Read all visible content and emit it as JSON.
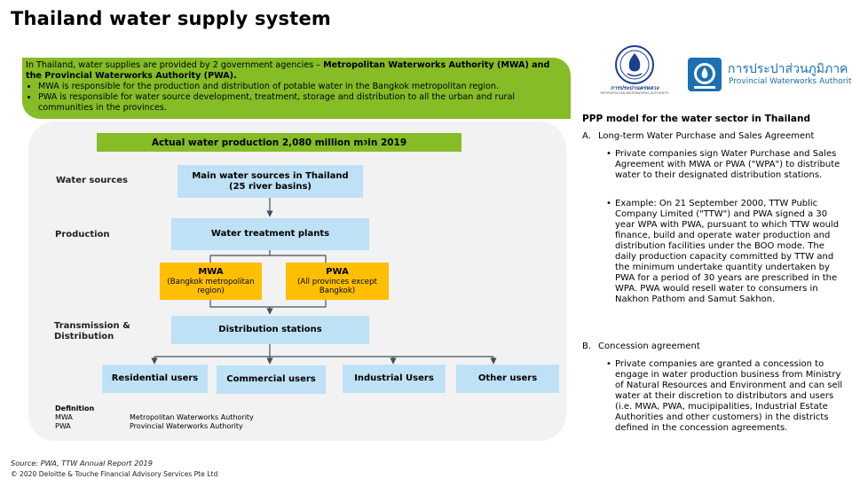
{
  "title": "Thailand water supply system",
  "intro": {
    "lead": "In Thailand, water supplies are provided by 2 government agencies – ",
    "lead_bold": "Metropolitan Waterworks Authority (MWA) and the Provincial Waterworks Authority (PWA).",
    "bullets": [
      "MWA is responsible for the production and distribution of potable water in the Bangkok metropolitan region.",
      "PWA is responsible for water source development, treatment, storage and distribution to all the urban and rural communities in the provinces."
    ]
  },
  "diagram": {
    "production_bar": "Actual water production 2,080 million m",
    "production_bar_sup": "3",
    "production_bar_suffix": " in 2019",
    "labels": {
      "water_sources": "Water sources",
      "production": "Production",
      "transmission": "Transmission &",
      "distribution": "Distribution"
    },
    "nodes": {
      "main_sources_line1": "Main water sources in Thailand",
      "main_sources_line2": "(25 river basins)",
      "treatment": "Water treatment plants",
      "mwa_title": "MWA",
      "mwa_sub": "(Bangkok metropolitan region)",
      "pwa_title": "PWA",
      "pwa_sub": "(All provinces except Bangkok)",
      "distribution_stations": "Distribution stations",
      "users": [
        "Residential users",
        "Commercial users",
        "Industrial Users",
        "Other users"
      ]
    }
  },
  "definitions": {
    "heading": "Definition",
    "items": [
      {
        "abbr": "MWA",
        "full": "Metropolitan Waterworks Authority"
      },
      {
        "abbr": "PWA",
        "full": "Provincial Waterworks Authority"
      }
    ]
  },
  "source": "Source: PWA, TTW Annual Report 2019",
  "copyright": "© 2020 Deloitte & Touche Financial Advisory Services Pte Ltd",
  "logos": {
    "mwa_text": "การประปานครหลวง",
    "mwa_tag": "METROPOLITAN WATERWORKS AUTHORITY",
    "pwa_thai": "การประปาส่วนภูมิภาค",
    "pwa_eng": "Provincial Waterworks Authority"
  },
  "ppp": {
    "title": "PPP model for the water sector in Thailand",
    "section_a_letter": "A.",
    "section_a": "Long-term Water Purchase and Sales Agreement",
    "a_bullets": [
      "Private companies sign Water Purchase and Sales Agreement with MWA or PWA (\"WPA\") to distribute water to their designated distribution stations.",
      "Example: On 21 September 2000, TTW Public Company Limited (\"TTW\") and PWA signed a 30 year WPA with PWA, pursuant to which TTW would finance, build and operate water production and distribution facilities under the BOO mode. The daily production capacity committed by TTW and the minimum undertake quantity undertaken by PWA for a period of 30 years are prescribed in the WPA. PWA would resell water to consumers in Nakhon Pathom and Samut Sakhon."
    ],
    "section_b_letter": "B.",
    "section_b": "Concession agreement",
    "b_bullets": [
      "Private companies are granted a concession to engage in water production business from Ministry of Natural Resources and Environment and can sell water at their discretion to distributors and users (i.e. MWA, PWA, mucipipalities, Industrial Estate Authorities and other customers) in the districts defined in the concession agreements."
    ],
    "bullet_mark": "•"
  },
  "colors": {
    "green": "#86bc25",
    "light_blue": "#bfe1f5",
    "gold": "#ffbf00",
    "panel": "#f2f2f2"
  }
}
